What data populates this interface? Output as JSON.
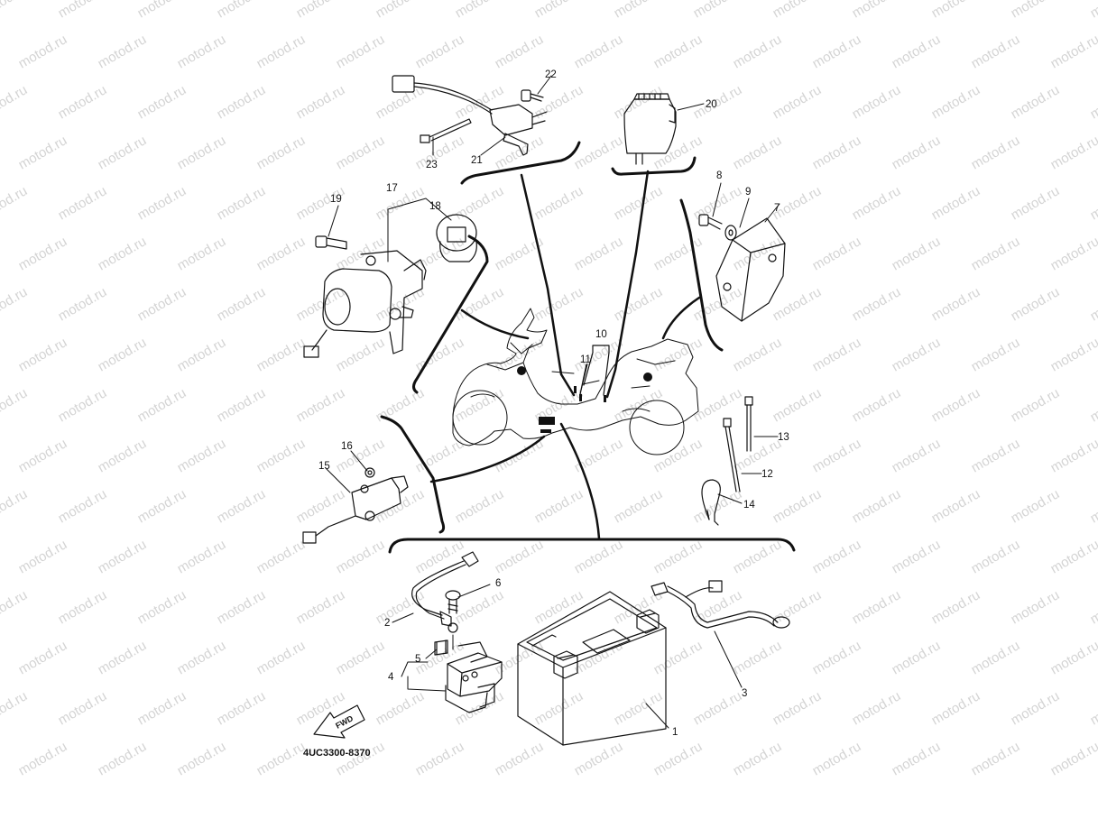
{
  "diagram": {
    "drawing_code": "4UC3300-8370",
    "direction_label": "FWD",
    "watermark": "motod.ru",
    "parts": [
      {
        "number": "1"
      },
      {
        "number": "2"
      },
      {
        "number": "3"
      },
      {
        "number": "4"
      },
      {
        "number": "5"
      },
      {
        "number": "6"
      },
      {
        "number": "7"
      },
      {
        "number": "8"
      },
      {
        "number": "9"
      },
      {
        "number": "10"
      },
      {
        "number": "11"
      },
      {
        "number": "12"
      },
      {
        "number": "13"
      },
      {
        "number": "14"
      },
      {
        "number": "15"
      },
      {
        "number": "16"
      },
      {
        "number": "17"
      },
      {
        "number": "18"
      },
      {
        "number": "19"
      },
      {
        "number": "20"
      },
      {
        "number": "21"
      },
      {
        "number": "22"
      },
      {
        "number": "23"
      }
    ]
  },
  "colors": {
    "line": "#111111",
    "watermark": "#d4d4d4",
    "background": "#ffffff"
  }
}
